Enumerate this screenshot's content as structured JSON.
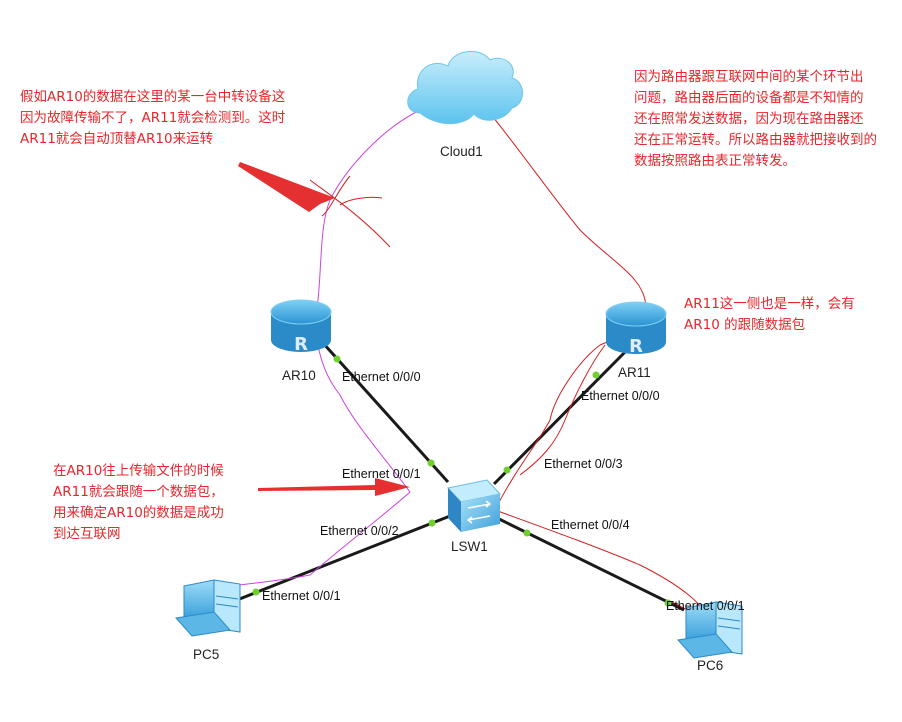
{
  "colors": {
    "annotation": "#e8262b",
    "trace_ar10": "#cc44dd",
    "trace_ar11": "#d32020",
    "link": "#1a1a1a",
    "port_dot": "#6fcf2f",
    "device_blue": "#3aa0dc"
  },
  "devices": {
    "cloud": {
      "name": "Cloud1",
      "icon": "cloud-icon"
    },
    "ar10": {
      "name": "AR10",
      "icon": "router-icon"
    },
    "ar11": {
      "name": "AR11",
      "icon": "router-icon"
    },
    "lsw1": {
      "name": "LSW1",
      "icon": "switch-icon"
    },
    "pc5": {
      "name": "PC5",
      "icon": "pc-icon"
    },
    "pc6": {
      "name": "PC6",
      "icon": "pc-icon"
    }
  },
  "ports": {
    "ar10_e000": "Ethernet 0/0/0",
    "lsw_e001": "Ethernet 0/0/1",
    "lsw_e002": "Ethernet 0/0/2",
    "ar11_e000": "Ethernet 0/0/0",
    "lsw_e003": "Ethernet 0/0/3",
    "lsw_e004": "Ethernet 0/0/4",
    "pc5_e001": "Ethernet 0/0/1",
    "pc6_e001": "Ethernet 0/0/1"
  },
  "notes": {
    "top_left": [
      "假如AR10的数据在这里的某一台中转设备这",
      "因为故障传输不了，AR11就会检测到。这时",
      "AR11就会自动顶替AR10来运转"
    ],
    "top_right": [
      "因为路由器跟互联网中间的某个环节出",
      "问题，路由器后面的设备都是不知情的",
      "还在照常发送数据，因为现在路由器还",
      "还在正常运转。所以路由器就把接收到的",
      "数据按照路由表正常转发。"
    ],
    "right_mid": [
      "AR11这一侧也是一样，会有",
      "AR10 的跟随数据包"
    ],
    "left_mid": [
      "在AR10往上传输文件的时候",
      "AR11就会跟随一个数据包，",
      "用来确定AR10的数据是成功",
      "到达互联网"
    ]
  }
}
